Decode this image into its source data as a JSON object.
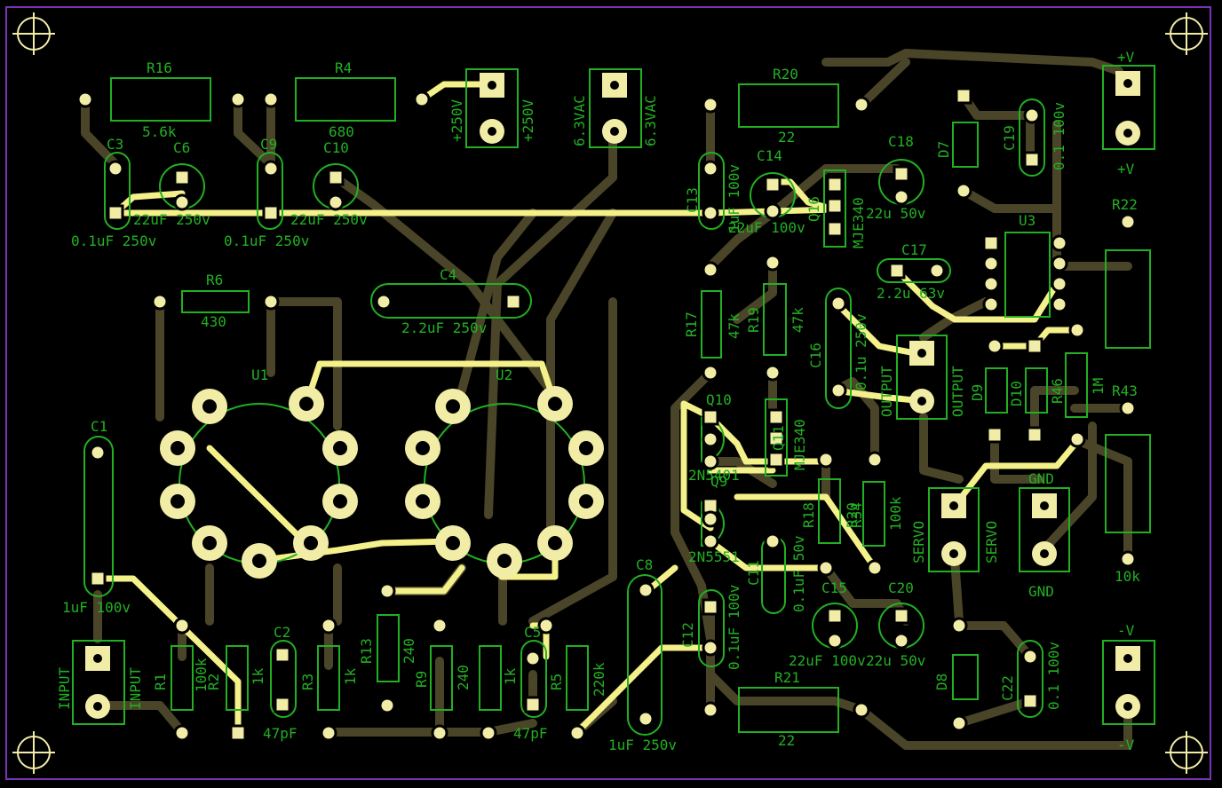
{
  "colors": {
    "background": "#000000",
    "outline": "#7a33b8",
    "silk": "#22b022",
    "pad": "#f2eda6",
    "trace_top": "#f4f08a",
    "trace_bottom": "#4a4528"
  },
  "labels": [
    {
      "id": "r16",
      "text": "R16"
    },
    {
      "id": "r16v",
      "text": "5.6k"
    },
    {
      "id": "r4",
      "text": "R4"
    },
    {
      "id": "r4v",
      "text": "680"
    },
    {
      "id": "r20",
      "text": "R20"
    },
    {
      "id": "r20v",
      "text": "22"
    },
    {
      "id": "r6",
      "text": "R6"
    },
    {
      "id": "r6v",
      "text": "430"
    },
    {
      "id": "r21",
      "text": "R21"
    },
    {
      "id": "r21v",
      "text": "22"
    },
    {
      "id": "r22",
      "text": "R22"
    },
    {
      "id": "c3",
      "text": "C3"
    },
    {
      "id": "c6",
      "text": "C6"
    },
    {
      "id": "c9",
      "text": "C9"
    },
    {
      "id": "c10",
      "text": "C10"
    },
    {
      "id": "c6v",
      "text": "22uF  250v"
    },
    {
      "id": "c10v",
      "text": "22uF  250v"
    },
    {
      "id": "c3v",
      "text": "0.1uF  250v"
    },
    {
      "id": "c9v",
      "text": "0.1uF  250v"
    },
    {
      "id": "c4",
      "text": "C4"
    },
    {
      "id": "c4v",
      "text": "2.2uF  250v"
    },
    {
      "id": "c13",
      "text": "C13"
    },
    {
      "id": "c13v",
      "text": "1uF  100v"
    },
    {
      "id": "c14",
      "text": "C14"
    },
    {
      "id": "c14v",
      "text": "22uF  100v"
    },
    {
      "id": "q16",
      "text": "Q16"
    },
    {
      "id": "mje1",
      "text": "MJE340"
    },
    {
      "id": "c18",
      "text": "C18"
    },
    {
      "id": "c18v",
      "text": "22u  50v"
    },
    {
      "id": "d7",
      "text": "D7"
    },
    {
      "id": "c19",
      "text": "C19"
    },
    {
      "id": "c19v",
      "text": "0.1  100v"
    },
    {
      "id": "u3",
      "text": "U3"
    },
    {
      "id": "c17",
      "text": "C17"
    },
    {
      "id": "c17v",
      "text": "2.2u  63v"
    },
    {
      "id": "r17",
      "text": "R17"
    },
    {
      "id": "r17v",
      "text": "47k"
    },
    {
      "id": "r19",
      "text": "R19"
    },
    {
      "id": "r19v",
      "text": "47k"
    },
    {
      "id": "c16",
      "text": "C16"
    },
    {
      "id": "c16v",
      "text": "0.1u  250v"
    },
    {
      "id": "out1",
      "text": "OUTPUT"
    },
    {
      "id": "out2",
      "text": "OUTPUT"
    },
    {
      "id": "d9",
      "text": "D9"
    },
    {
      "id": "d10",
      "text": "D10"
    },
    {
      "id": "r46",
      "text": "R46"
    },
    {
      "id": "r46v",
      "text": "1M"
    },
    {
      "id": "r43",
      "text": "R43"
    },
    {
      "id": "u1",
      "text": "U1"
    },
    {
      "id": "u2",
      "text": "U2"
    },
    {
      "id": "c1",
      "text": "C1"
    },
    {
      "id": "c1v",
      "text": "1uF  100v"
    },
    {
      "id": "q10",
      "text": "Q10"
    },
    {
      "id": "q10v",
      "text": "2N5401"
    },
    {
      "id": "q11",
      "text": "Q11"
    },
    {
      "id": "mje2",
      "text": "MJE340"
    },
    {
      "id": "q9",
      "text": "Q9"
    },
    {
      "id": "q9v",
      "text": "2N5551"
    },
    {
      "id": "r18",
      "text": "R18"
    },
    {
      "id": "r20b",
      "text": "R20"
    },
    {
      "id": "r34",
      "text": "R34"
    },
    {
      "id": "r34v",
      "text": "100k"
    },
    {
      "id": "servo1",
      "text": "SERVO"
    },
    {
      "id": "servo2",
      "text": "SERVO"
    },
    {
      "id": "gnd1",
      "text": "GND"
    },
    {
      "id": "gnd2",
      "text": "GND"
    },
    {
      "id": "r10k",
      "text": "10k"
    },
    {
      "id": "c11",
      "text": "C11"
    },
    {
      "id": "c11v",
      "text": "0.1uF  50v"
    },
    {
      "id": "c15",
      "text": "C15"
    },
    {
      "id": "c15v",
      "text": "22uF  100v"
    },
    {
      "id": "c20",
      "text": "C20"
    },
    {
      "id": "c20v",
      "text": "22u  50v"
    },
    {
      "id": "c8",
      "text": "C8"
    },
    {
      "id": "c8v",
      "text": "1uF  250v"
    },
    {
      "id": "c12",
      "text": "C12"
    },
    {
      "id": "c12v",
      "text": "0.1uF  100v"
    },
    {
      "id": "d8",
      "text": "D8"
    },
    {
      "id": "c22",
      "text": "C22"
    },
    {
      "id": "c22v",
      "text": "0.1  100v"
    },
    {
      "id": "r1",
      "text": "R1"
    },
    {
      "id": "r1v",
      "text": "100k"
    },
    {
      "id": "r2",
      "text": "R2"
    },
    {
      "id": "r2v",
      "text": "1k"
    },
    {
      "id": "c2",
      "text": "C2"
    },
    {
      "id": "c2v",
      "text": "47pF"
    },
    {
      "id": "r3",
      "text": "R3"
    },
    {
      "id": "r3v",
      "text": "1k"
    },
    {
      "id": "r13",
      "text": "R13"
    },
    {
      "id": "r13v",
      "text": "240"
    },
    {
      "id": "r9",
      "text": "R9"
    },
    {
      "id": "r9v",
      "text": "240"
    },
    {
      "id": "r8v",
      "text": "1k"
    },
    {
      "id": "c5",
      "text": "C5"
    },
    {
      "id": "c5v",
      "text": "47pF"
    },
    {
      "id": "r5",
      "text": "R5"
    },
    {
      "id": "r5v",
      "text": "220k"
    },
    {
      "id": "in1",
      "text": "INPUT"
    },
    {
      "id": "in2",
      "text": "INPUT"
    },
    {
      "id": "v250a",
      "text": "+250V"
    },
    {
      "id": "v250b",
      "text": "+250V"
    },
    {
      "id": "vac1",
      "text": "6.3VAC"
    },
    {
      "id": "vac2",
      "text": "6.3VAC"
    },
    {
      "id": "pv1",
      "text": "+V"
    },
    {
      "id": "pv2",
      "text": "+V"
    },
    {
      "id": "nv1",
      "text": "-V"
    },
    {
      "id": "nv2",
      "text": "-V"
    }
  ]
}
